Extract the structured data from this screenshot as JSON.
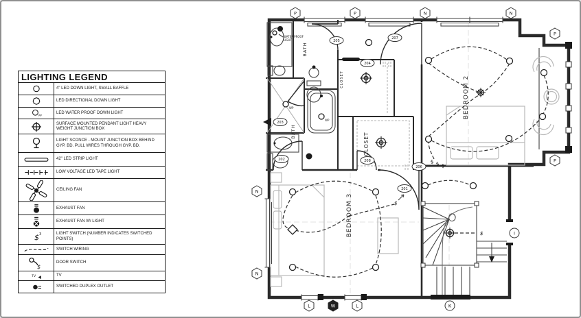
{
  "legend": {
    "title": "LIGHTING LEGEND",
    "symbols": {
      "wp": "WP",
      "switch": "$",
      "switch_points": "3",
      "tv": "TV"
    },
    "rows": [
      {
        "symbol": "led-down-light",
        "label": "4\" LED DOWN LIGHT, SMALL BAFFLE"
      },
      {
        "symbol": "led-directional-down-light",
        "label": "LED DIRECTIONAL DOWN LIGHT"
      },
      {
        "symbol": "led-waterproof-down-light",
        "label": "LED WATER PROOF DOWN LIGHT"
      },
      {
        "symbol": "surface-mounted-pendant-light",
        "label": "SURFACE MOUNTED PENDANT LIGHT HEAVY WEIGHT JUNCTION BOX"
      },
      {
        "symbol": "light-sconce",
        "label": "LIGHT SCONCE - MOUNT JUNCTION BOX BEHIND GYP. BD. PULL WIRES THROUGH GYP. BD."
      },
      {
        "symbol": "led-strip-light",
        "label": "42\" LED STRIP LIGHT"
      },
      {
        "symbol": "low-voltage-led-tape-light",
        "label": "LOW VOLTAGE LED TAPE LIGHT"
      },
      {
        "symbol": "ceiling-fan",
        "label": "CEILING FAN"
      },
      {
        "symbol": "exhaust-fan",
        "label": "EXHAUST FAN"
      },
      {
        "symbol": "exhaust-fan-with-light",
        "label": "EXHAUST FAN W/ LIGHT"
      },
      {
        "symbol": "light-switch",
        "label": "LIGHT SWITCH (NUMBER INDICATES SWITCHED POINTS)"
      },
      {
        "symbol": "switch-wiring",
        "label": "SWITCH WIRING"
      },
      {
        "symbol": "door-switch",
        "label": "DOOR SWITCH"
      },
      {
        "symbol": "tv",
        "label": "TV"
      },
      {
        "symbol": "switched-duplex-outlet",
        "label": "SWITCHED DUPLEX OUTLET"
      }
    ]
  },
  "plan": {
    "rooms": {
      "bath_top": "BATH",
      "bath_lower": "BATH",
      "closet_top": "CLOSET",
      "closet_main": "CLOSET",
      "bedroom2": "BEDROOM 2",
      "bedroom3": "BEDROOM 3"
    },
    "annotation": {
      "line1": "WATER PROOF",
      "line2": "LIGHT"
    },
    "fixture_labels": {
      "wp": "WP"
    },
    "symbols": {
      "switch": "$"
    },
    "window_tags": [
      {
        "letter": "P"
      },
      {
        "letter": "P"
      },
      {
        "letter": "N"
      },
      {
        "letter": "N"
      },
      {
        "letter": "P"
      },
      {
        "letter": "P"
      },
      {
        "letter": "N"
      },
      {
        "letter": "N"
      },
      {
        "letter": "L"
      },
      {
        "letter": "W"
      },
      {
        "letter": "L"
      },
      {
        "letter": "K"
      },
      {
        "letter": "I"
      }
    ],
    "door_tags": [
      {
        "number": "205"
      },
      {
        "number": "207"
      },
      {
        "number": "204"
      },
      {
        "number": "203"
      },
      {
        "number": "202"
      },
      {
        "number": "208"
      },
      {
        "number": "206"
      },
      {
        "number": "201"
      }
    ],
    "colors": {
      "ink": "#2a2a2a",
      "furniture": "#b9b9b9"
    }
  }
}
